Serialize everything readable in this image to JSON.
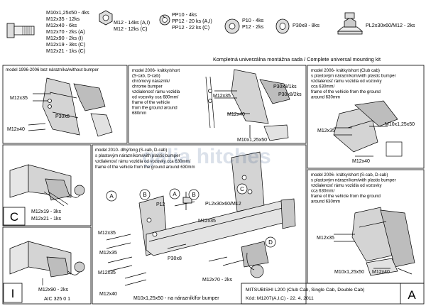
{
  "colors": {
    "line": "#000000",
    "panel_fill": "#f4f4f4",
    "part_fill": "#cfcfcf",
    "watermark": "#3a5a8a"
  },
  "hardware": {
    "bolt_list": [
      "M10x1,25x50 - 4ks",
      "M12x35 - 12ks",
      "M12x40 - 6ks",
      "M12x70 - 2ks (A)",
      "M12x90 - 2ks (I)",
      "M12x19 - 3ks (C)",
      "M12x21 - 1ks (C)"
    ],
    "nut_list": [
      "M12 - 14ks (A,I)",
      "M12 - 12ks (C)"
    ],
    "pp_list": [
      "PP10 - 4ks",
      "PP12 - 20 ks (A,I)",
      "PP12 - 22 ks (C)"
    ],
    "washer_list": [
      "P10 - 4ks",
      "P12 - 2ks"
    ],
    "spacer_label": "P30x8 - 8ks",
    "plate_label": "PL2x30x60/M12 - 2ks"
  },
  "kit_caption": "Kompletná univerzálna montážna sada / Complete universal mounting kit",
  "watermark": "galia hitches",
  "panel_1996": {
    "title": "model 1996-2006   bez nárazníka/without bumper",
    "labels": [
      "M12x35",
      "P30x8",
      "M12x40"
    ]
  },
  "panel_2006_chrome": {
    "notes": [
      "model 2006-  krátky/short",
      "(S-cab, D-cab)",
      "chrómový nárazník/",
      "chrome bumper",
      "vzdialenosť rámu vozidla",
      "od vozovky cca 680mm/",
      "frame of the vehicle",
      "from the ground around",
      "680mm"
    ],
    "labels": [
      "M12x35",
      "P30x8/1ks",
      "P30x8/2ks",
      "M12x40",
      "M10x1,25x50"
    ]
  },
  "panel_club": {
    "notes": [
      "model 2006-  krátky/short (Club cab)",
      "s plastovým nárazníkom/with plastic bumper",
      "vzdialenosť rámu vozidla od vozovky",
      "cca 630mm/",
      "frame of the vehicle from the ground",
      "around 630mm"
    ],
    "labels": [
      "M12x35",
      "M10x1,25x50",
      "M12x40"
    ]
  },
  "panel_c": {
    "labels": [
      "M12x19 - 3ks",
      "M12x21 - 1ks"
    ],
    "letter": "C"
  },
  "panel_i": {
    "labels": [
      "M12x90 - 2ks"
    ],
    "code": "AIC 325 0 1",
    "letter": "I"
  },
  "main": {
    "notes": [
      "model 2010-  dlhý/long (S-cab, D-cab)",
      "s plastovým nárazníkom/with plastic bumper",
      "vzdialenosť rámu vozidla od vozovky cca 630mm/",
      "frame of the vehicle from the ground around 630mm"
    ],
    "circles": [
      "A",
      "B",
      "A",
      "B",
      "C",
      "D"
    ],
    "labels": [
      "P12",
      "PL2x30x60/M12",
      "M12x35",
      "M12x35",
      "M12x35",
      "P30x8",
      "M12x35",
      "M12x70 - 2ks",
      "M12x40",
      "M10x1,25x50 - na nárazník/for bumper"
    ]
  },
  "panel_plastic": {
    "notes": [
      "model 2006-  krátky/short (S-cab, D-cab)",
      "s plastovým nárazníkom/with plastic bumper",
      "vzdialenosť rámu vozidla od vozovky",
      "cca 630mm/",
      "frame of the vehicle from the ground",
      "around 630mm"
    ],
    "labels": [
      "M12x35",
      "M10x1,25x50",
      "M12x40"
    ]
  },
  "title_block": {
    "model": "MITSUBISHI L200  (Club Cab, Single Cab, Double Cab)",
    "code": "Kód: M1207(A,I,C) - 22. 4. 2011",
    "letter": "A"
  }
}
